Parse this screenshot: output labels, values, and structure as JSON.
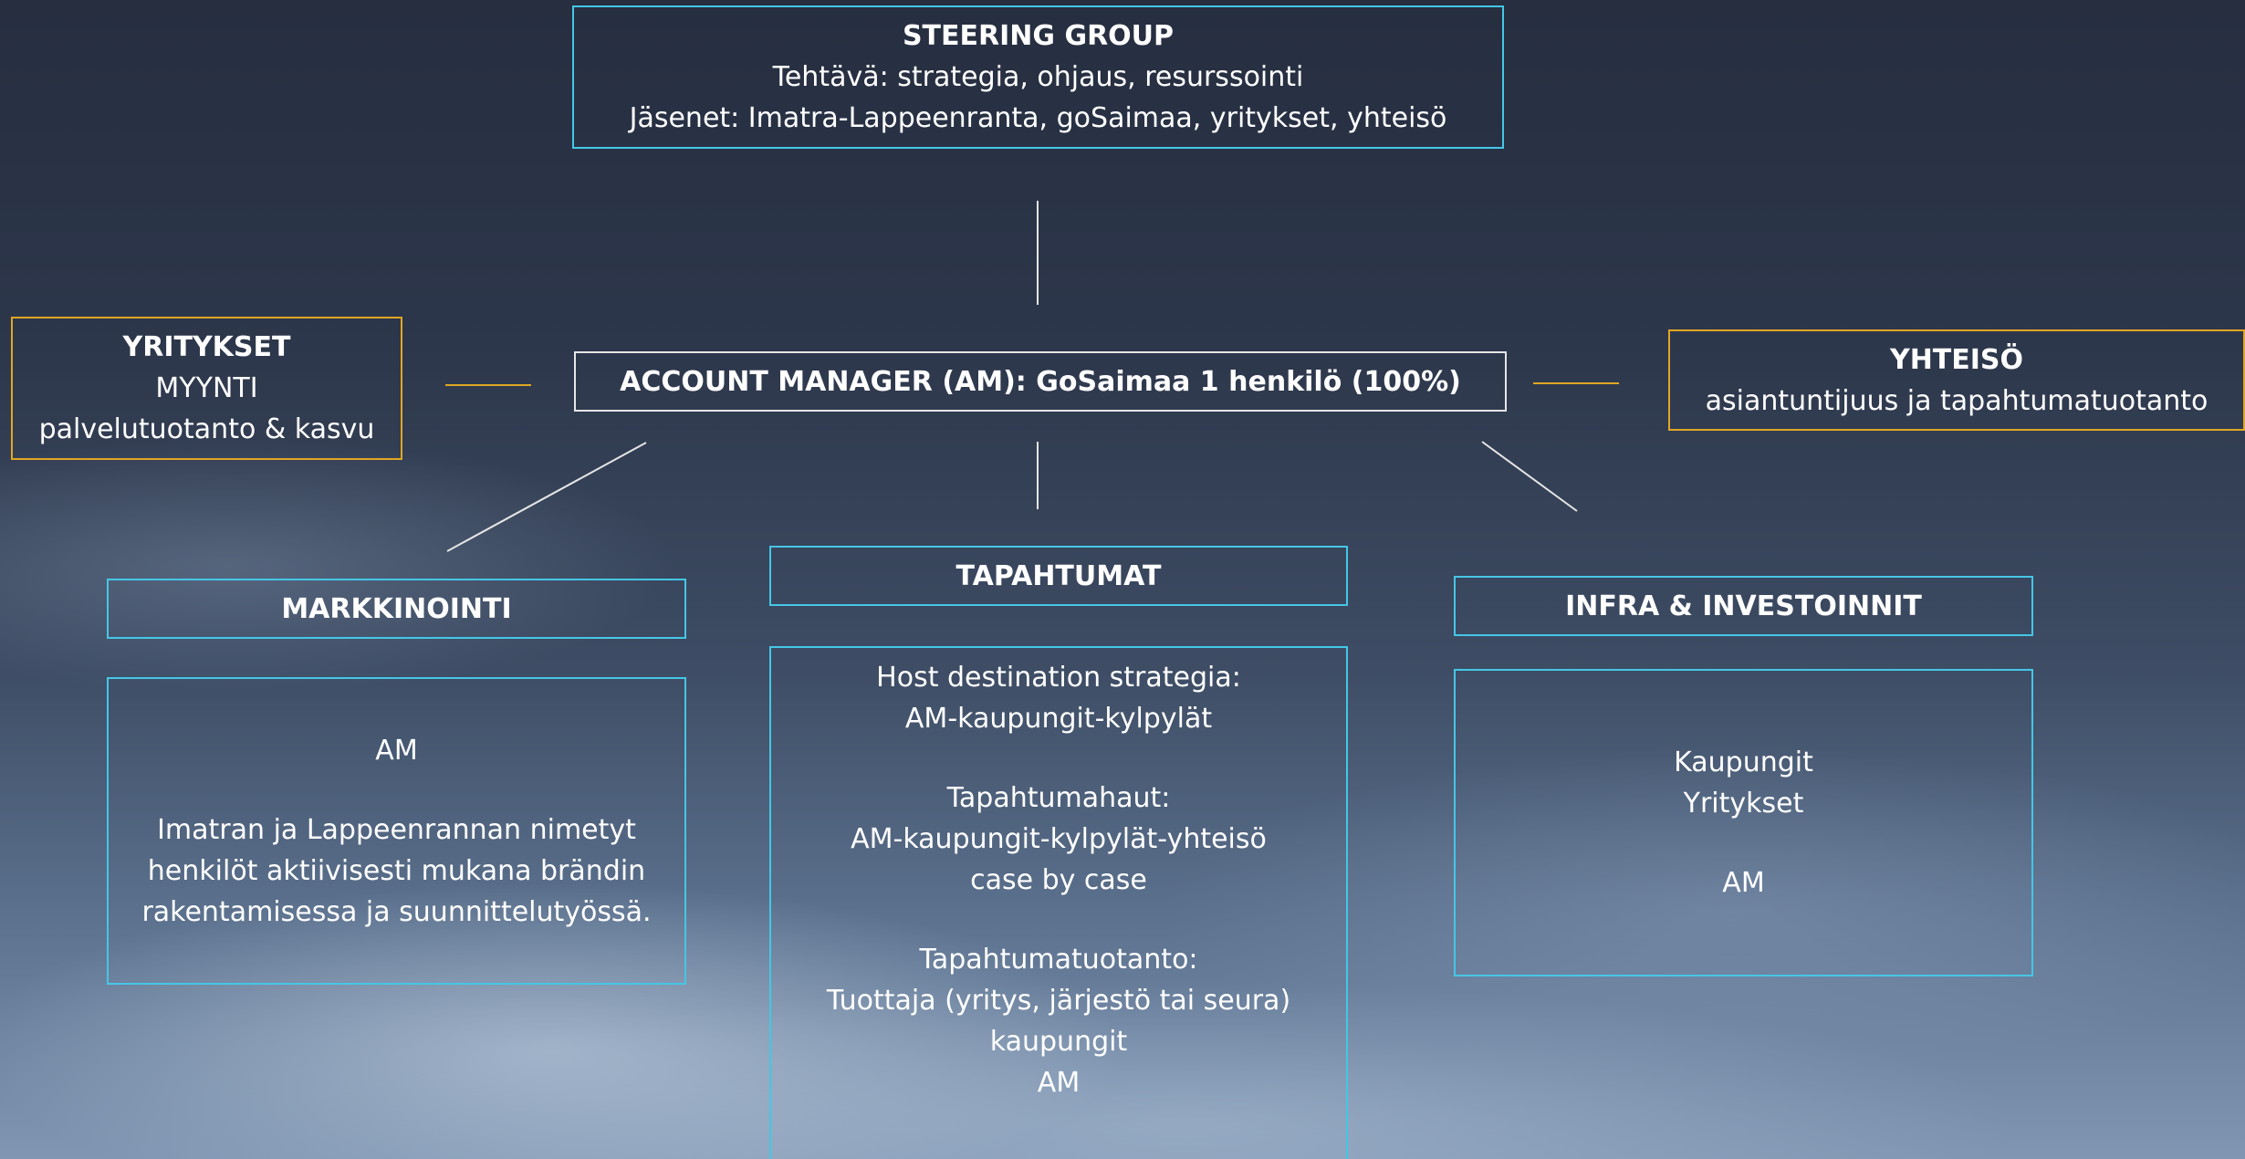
{
  "steering_group": {
    "title": "STEERING GROUP",
    "task": "Tehtävä: strategia, ohjaus, resurssointi",
    "members": "Jäsenet: Imatra-Lappeenranta, goSaimaa, yritykset, yhteisö"
  },
  "account_manager": {
    "label": "ACCOUNT MANAGER (AM): GoSaimaa 1 henkilö (100%)"
  },
  "yritykset": {
    "title": "YRITYKSET",
    "line1": "MYYNTI",
    "line2": "palvelutuotanto & kasvu"
  },
  "yhteiso": {
    "title": "YHTEISÖ",
    "line1": "asiantuntijuus ja  tapahtumatuotanto"
  },
  "markkinointi": {
    "title": "MARKKINOINTI",
    "body": {
      "am": "AM",
      "line1": "Imatran ja Lappeenrannan nimetyt",
      "line2": "henkilöt aktiivisesti mukana brändin",
      "line3": "rakentamisessa ja suunnittelutyössä."
    }
  },
  "tapahtumat": {
    "title": "TAPAHTUMAT",
    "body": {
      "host_heading": "Host destination strategia:",
      "host_value": "AM-kaupungit-kylpylät",
      "haut_heading": "Tapahtumahaut:",
      "haut_value": "AM-kaupungit-kylpylät-yhteisö",
      "haut_note": "case by case",
      "tuotanto_heading": "Tapahtumatuotanto:",
      "tuotanto_line1": "Tuottaja (yritys, järjestö tai seura)",
      "tuotanto_line2": "kaupungit",
      "tuotanto_line3": "AM"
    }
  },
  "infra": {
    "title": "INFRA & INVESTOINNIT",
    "body": {
      "line1": "Kaupungit",
      "line2": "Yritykset",
      "line3": "AM"
    }
  },
  "colors": {
    "box_border_primary": "#45c6e6",
    "box_border_stakeholder": "#e0a623",
    "box_border_center": "#e6e6e6",
    "connector_stakeholder": "#e0a623",
    "connector_default": "#e6e6e6",
    "text": "#ffffff"
  }
}
